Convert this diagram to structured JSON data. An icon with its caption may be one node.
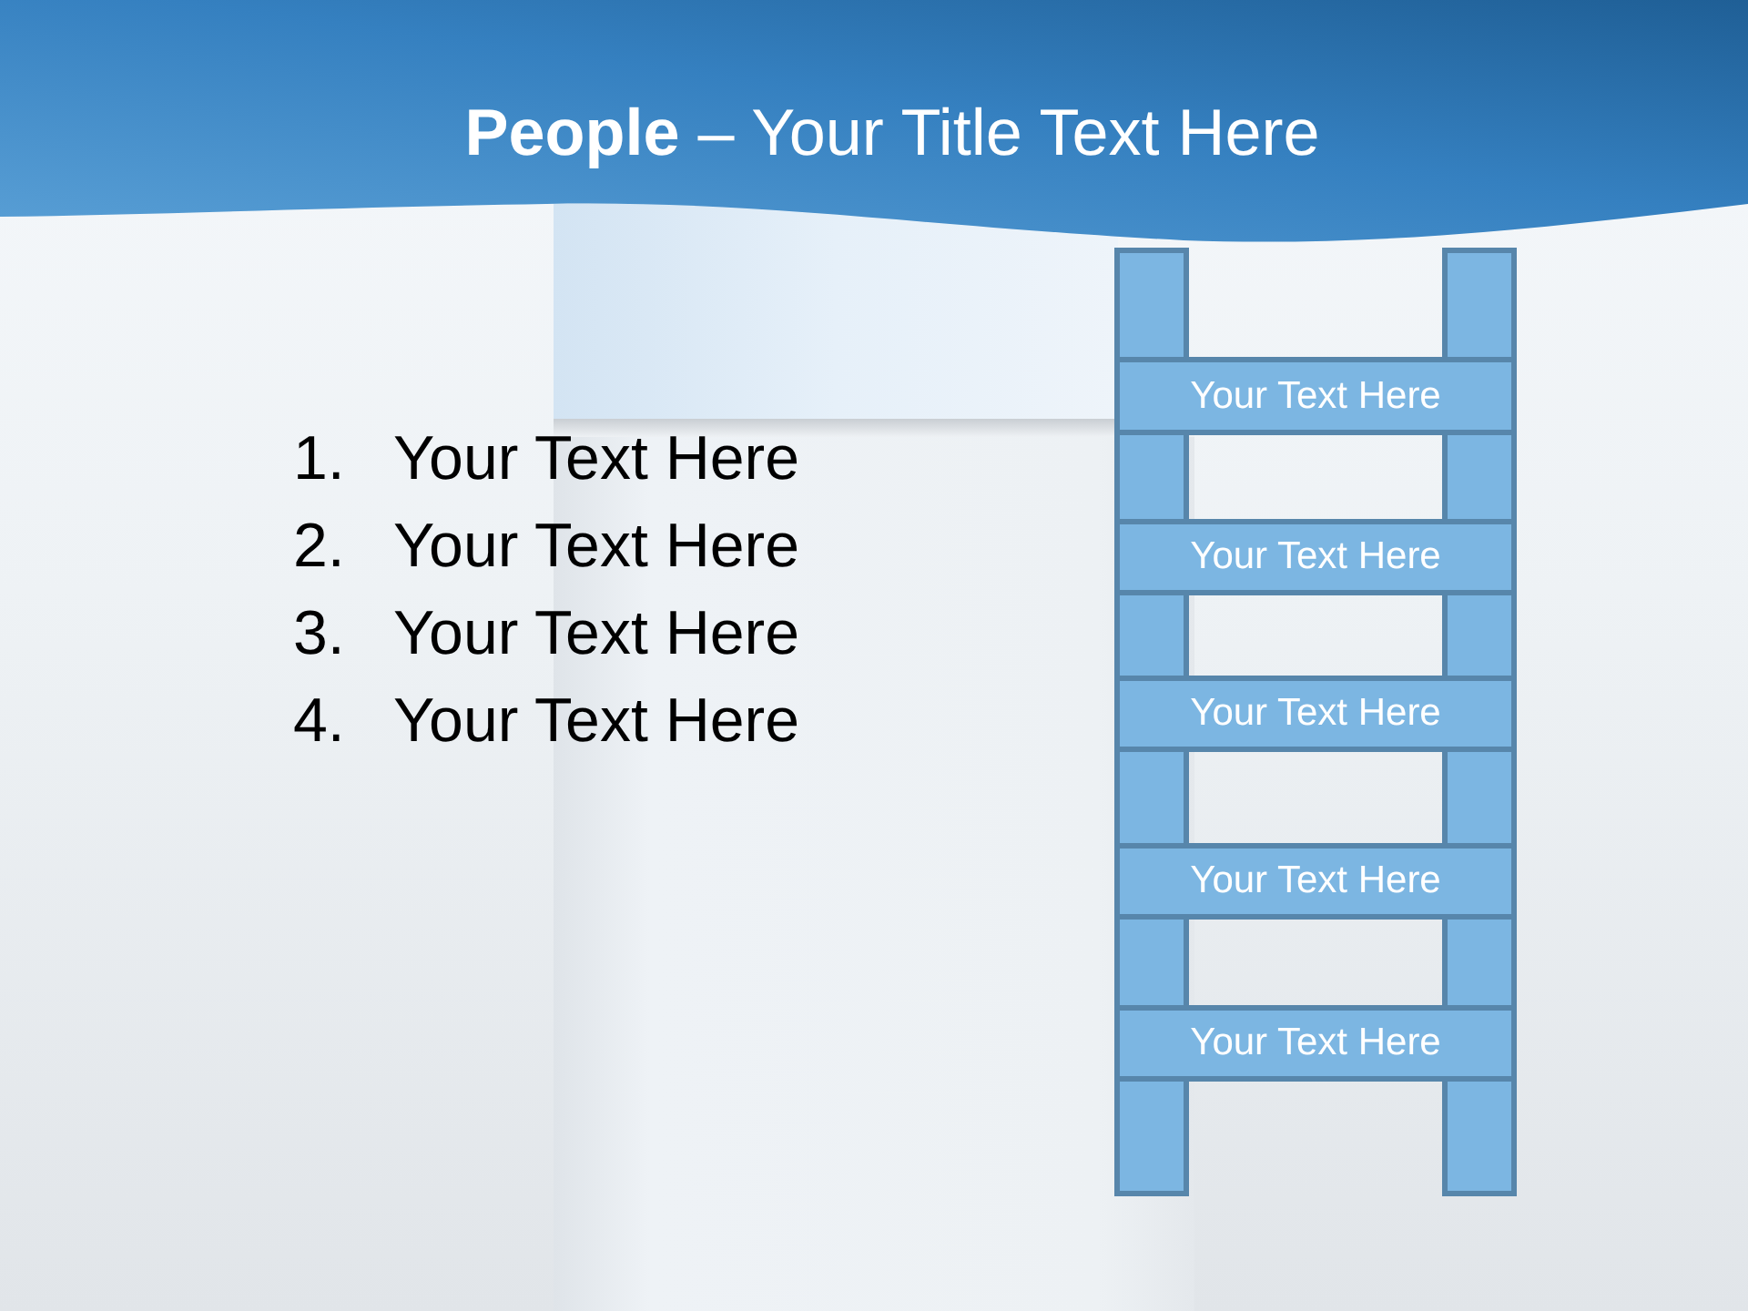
{
  "diagram": {
    "title": "**People** – Your Title Text Here",
    "nodes": [
      {
        "text": [],
        "shape": "box"
      },
      {
        "text": [],
        "shape": "box"
      },
      {
        "text": [
          "Your Text Here"
        ]
      },
      {
        "text": [],
        "shape": "box"
      },
      {
        "text": [],
        "shape": "box"
      },
      {
        "text": [
          "Your Text Here"
        ]
      },
      {
        "text": [],
        "shape": "box"
      },
      {
        "text": [],
        "shape": "box"
      },
      {
        "text": [
          "Your Text Here"
        ]
      },
      {
        "text": [],
        "shape": "box"
      },
      {
        "text": [],
        "shape": "box"
      },
      {
        "text": [
          "Your Text Here"
        ]
      },
      {
        "text": [],
        "shape": "box"
      },
      {
        "text": [],
        "shape": "box"
      },
      {
        "text": [
          "Your Text Here"
        ]
      },
      {
        "text": [],
        "shape": "box"
      },
      {
        "text": [],
        "shape": "box"
      }
    ],
    "labels": [
      "1.",
      "Your Text Here",
      "2.",
      "Your Text Here",
      "3.",
      "Your Text Here",
      "4.",
      "Your Text Here"
    ]
  }
}
